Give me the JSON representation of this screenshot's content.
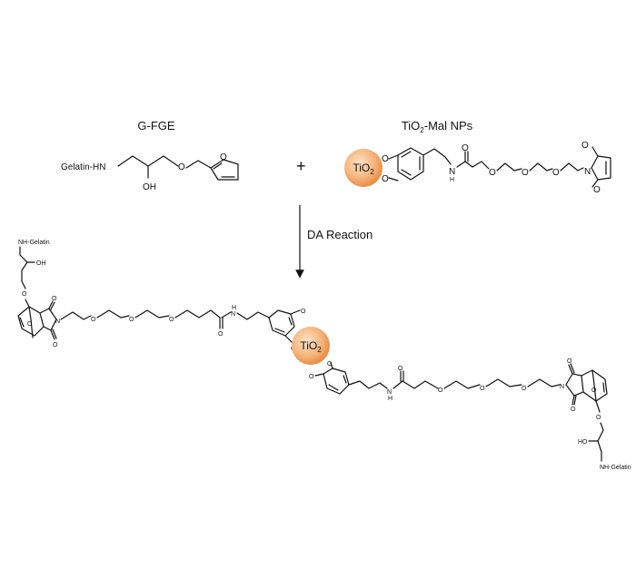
{
  "reactants": {
    "left": {
      "title": "G-FGE",
      "gelatin_label": "Gelatin-HN",
      "oh_label": "OH",
      "o_label": "O"
    },
    "plus": "+",
    "right": {
      "title_main": "TiO",
      "title_sub": "2",
      "title_rest": "-Mal NPs",
      "particle_main": "TiO",
      "particle_sub": "2",
      "o_label": "O",
      "nh_label": "N",
      "h_label": "H",
      "n_label": "N"
    }
  },
  "reaction": {
    "label": "DA Reaction"
  },
  "product": {
    "left_gelatin": "NH-Gelatin",
    "left_oh": "OH",
    "right_gelatin": "NH-Gelatin",
    "right_oh": "HO",
    "o_label": "O",
    "n_label": "N",
    "nh_label": "N",
    "h_label": "H",
    "particle_main": "TiO",
    "particle_sub": "2"
  },
  "colors": {
    "particle_light": "#fde4c8",
    "particle_mid": "#f6b57d",
    "particle_dark": "#e8893f",
    "ink": "#111111"
  }
}
